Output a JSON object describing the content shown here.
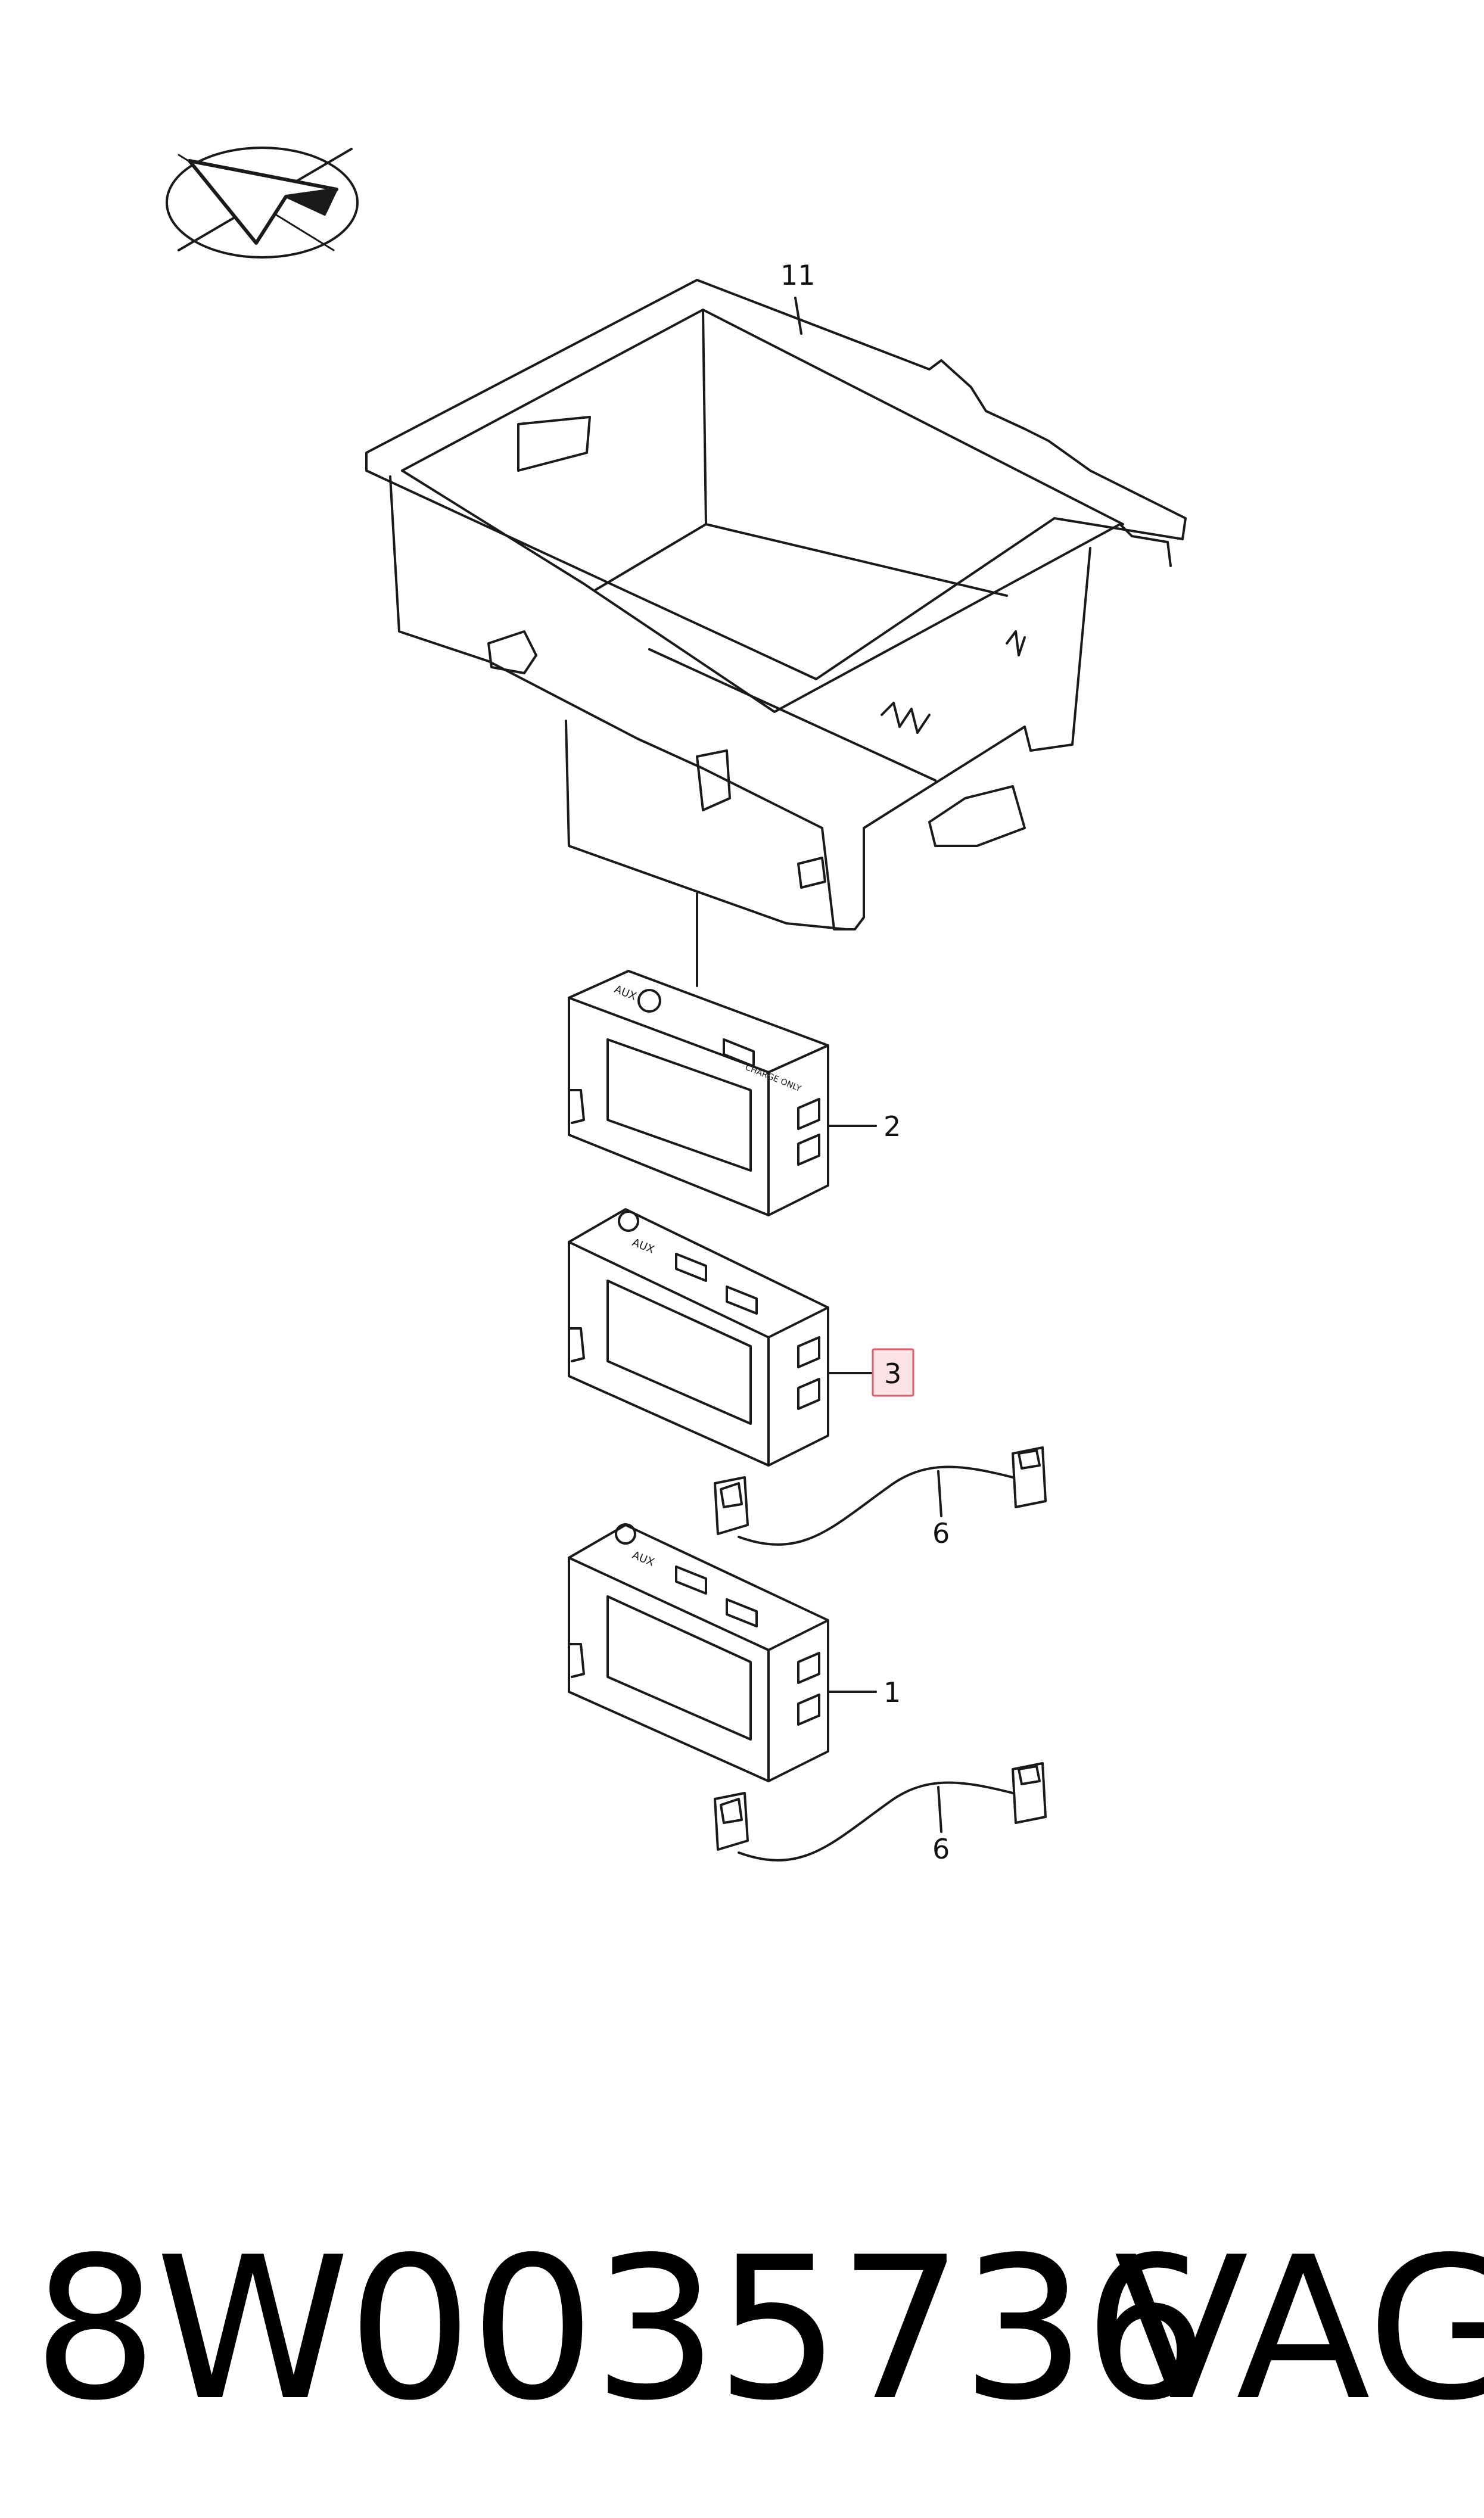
{
  "diagram": {
    "callouts": [
      {
        "id": "callout-11",
        "text": "11",
        "highlighted": false
      },
      {
        "id": "callout-2",
        "text": "2",
        "highlighted": false
      },
      {
        "id": "callout-3",
        "text": "3",
        "highlighted": true
      },
      {
        "id": "callout-6a",
        "text": "6",
        "highlighted": false
      },
      {
        "id": "callout-1",
        "text": "1",
        "highlighted": false
      },
      {
        "id": "callout-6b",
        "text": "6",
        "highlighted": false
      }
    ],
    "module_labels": {
      "aux": "AUX",
      "charge_only": "CHARGE ONLY"
    },
    "highlight_colors": {
      "fill": "#fde3e6",
      "stroke": "#e05a6a"
    },
    "line_color": "#1a1a1a"
  },
  "footer": {
    "part_number": "8W0035736",
    "brand": "VAG"
  }
}
